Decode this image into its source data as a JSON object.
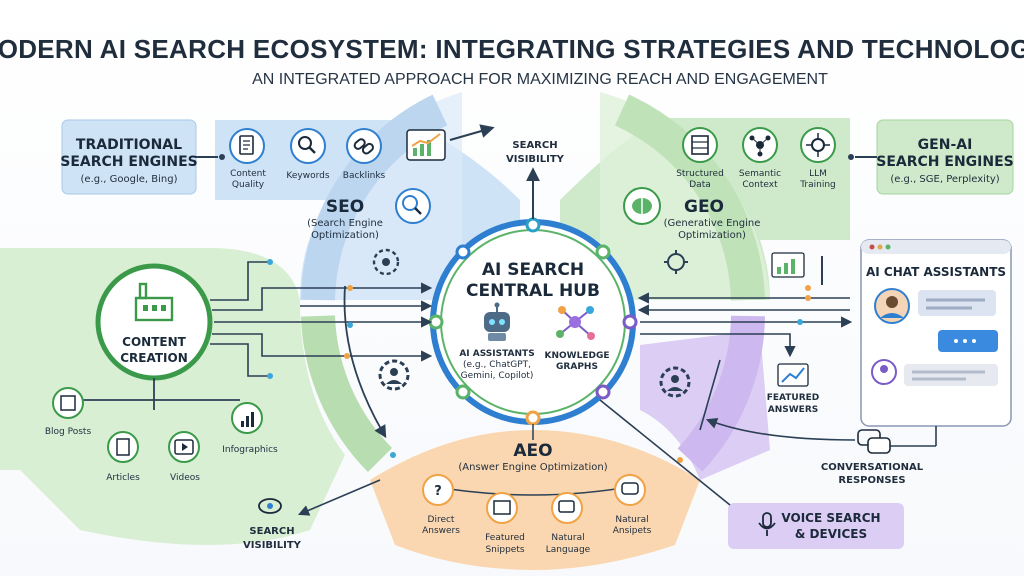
{
  "header": {
    "title": "MODERN AI SEARCH ECOSYSTEM: INTEGRATING STRATEGIES AND TECHNOLOGY",
    "subtitle": "AN INTEGRATED APPROACH FOR MAXIMIZING REACH AND ENGAGEMENT"
  },
  "hub": {
    "line1": "AI SEARCH",
    "line2": "CENTRAL HUB",
    "assistants": {
      "line1": "AI ASSISTANTS",
      "line2": "(e.g., ChatGPT,",
      "line3": "Gemini, Copilot)"
    },
    "graphs": {
      "line1": "KNOWLEDGE",
      "line2": "GRAPHS"
    }
  },
  "traditional": {
    "line1": "TRADITIONAL",
    "line2": "SEARCH ENGINES",
    "line3": "(e.g., Google, Bing)"
  },
  "genai": {
    "line1": "GEN-AI",
    "line2": "SEARCH ENGINES",
    "line3": "(e.g., SGE, Perplexity)"
  },
  "seo": {
    "title": "SEO",
    "desc1": "(Search Engine",
    "desc2": "Optimization)",
    "items": [
      {
        "line1": "Content",
        "line2": "Quality"
      },
      {
        "line1": "Keywords",
        "line2": ""
      },
      {
        "line1": "Backlinks",
        "line2": ""
      }
    ]
  },
  "geo": {
    "title": "GEO",
    "desc1": "(Generative Engine",
    "desc2": "Optimization)",
    "items": [
      {
        "line1": "Structured",
        "line2": "Data"
      },
      {
        "line1": "Semantic",
        "line2": "Context"
      },
      {
        "line1": "LLM",
        "line2": "Training"
      }
    ]
  },
  "aeo": {
    "title": "AEO",
    "desc": "(Answer Engine Optimization)",
    "items": [
      {
        "line1": "Direct",
        "line2": "Answers"
      },
      {
        "line1": "Featured",
        "line2": "Snippets"
      },
      {
        "line1": "Natural",
        "line2": "Language"
      },
      {
        "line1": "Natural",
        "line2": "Ansipets"
      }
    ]
  },
  "content": {
    "line1": "CONTENT",
    "line2": "CREATION",
    "items": [
      "Blog Posts",
      "Articles",
      "Videos",
      "Infographics"
    ]
  },
  "search_visibility_top": {
    "line1": "SEARCH",
    "line2": "VISIBILITY"
  },
  "search_visibility_bottom": {
    "line1": "SEARCH",
    "line2": "VISIBILITY"
  },
  "chat": {
    "title": "AI CHAT ASSISTANTS"
  },
  "featured_answers": {
    "line1": "FEATURED",
    "line2": "ANSWERS"
  },
  "conversational": {
    "line1": "CONVERSATIONAL",
    "line2": "RESPONSES"
  },
  "voice": {
    "line1": "VOICE SEARCH",
    "line2": "& DEVICES"
  },
  "colors": {
    "seo": "#cfe3f6",
    "geo": "#cfeacb",
    "aeo": "#fad7b0",
    "voice": "#dccdf4",
    "content": "#d9efd4",
    "hub_ring": "#2f7fd0"
  }
}
